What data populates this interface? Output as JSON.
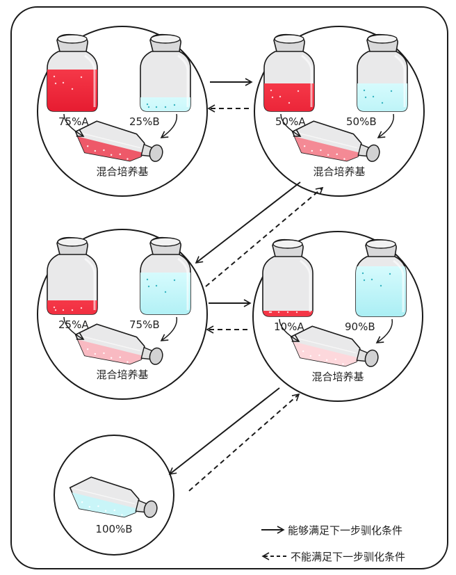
{
  "stages": [
    {
      "id": "stage-1",
      "bottle_a": "75%A",
      "bottle_b": "25%B",
      "flask": "混合培养基",
      "fill_a": 0.75,
      "fill_b": 0.25
    },
    {
      "id": "stage-2",
      "bottle_a": "50%A",
      "bottle_b": "50%B",
      "flask": "混合培养基",
      "fill_a": 0.5,
      "fill_b": 0.5
    },
    {
      "id": "stage-3",
      "bottle_a": "25%A",
      "bottle_b": "75%B",
      "flask": "混合培养基",
      "fill_a": 0.25,
      "fill_b": 0.75
    },
    {
      "id": "stage-4",
      "bottle_a": "10%A",
      "bottle_b": "90%B",
      "flask": "混合培养基",
      "fill_a": 0.1,
      "fill_b": 0.9
    },
    {
      "id": "stage-5",
      "flask": "100%B"
    }
  ],
  "legend": {
    "solid_label": "能够满足下一步驯化条件",
    "dashed_label": "不能满足下一步驯化条件"
  },
  "colors": {
    "medium_a": "#e8102a",
    "medium_b": "#aaf0f4",
    "glass": "#e9e9ea",
    "outline": "#1a1a1a"
  }
}
